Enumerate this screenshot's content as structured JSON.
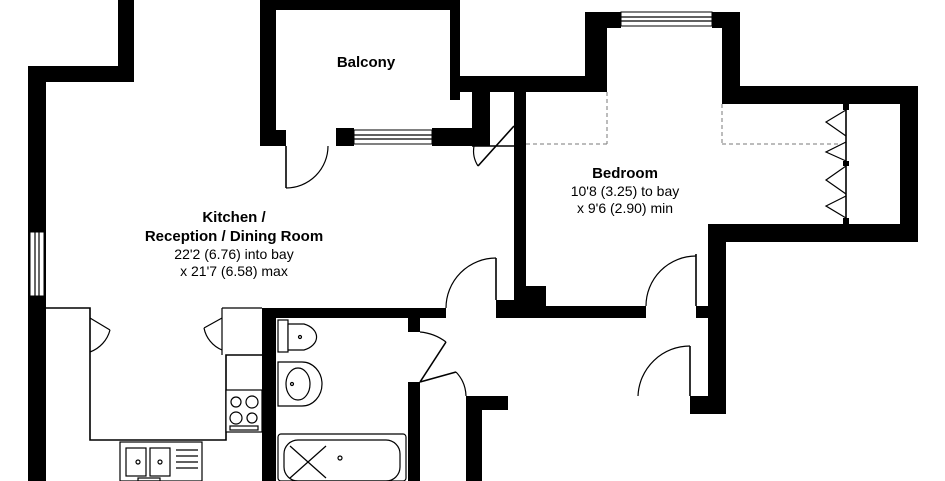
{
  "rooms": {
    "balcony": {
      "name": "Balcony"
    },
    "kitchen": {
      "name_line1": "Kitchen /",
      "name_line2": "Reception / Dining Room",
      "dim_line1": "22'2 (6.76) into bay",
      "dim_line2": "x 21'7 (6.58) max"
    },
    "bedroom": {
      "name": "Bedroom",
      "dim_line1": "10'8 (3.25) to bay",
      "dim_line2": "x 9'6 (2.90) min"
    }
  }
}
